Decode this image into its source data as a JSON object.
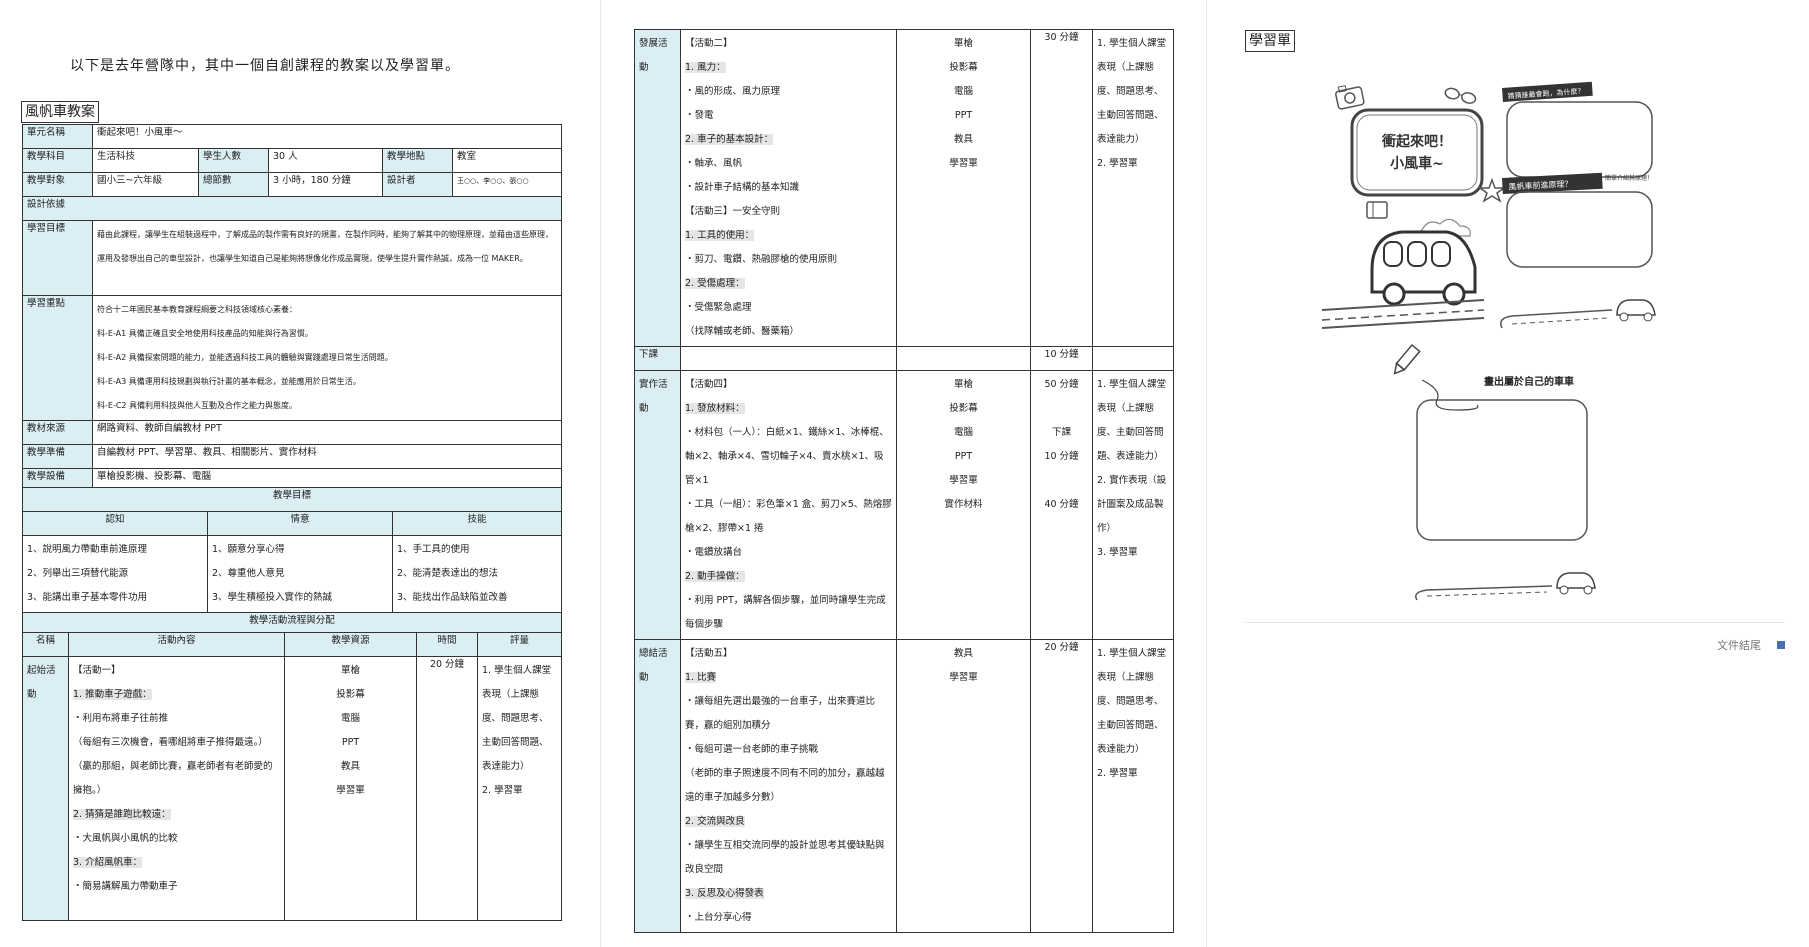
{
  "intro": "以下是去年營隊中，其中一個自創課程的教案以及學習單。",
  "lesson_title": "風帆車教案",
  "info": {
    "unit_label": "單元名稱",
    "unit_value": "衝起來吧！小風車～",
    "subject_label": "教學科目",
    "subject_value": "生活科技",
    "students_label": "學生人數",
    "students_value": "30 人",
    "place_label": "教學地點",
    "place_value": "教室",
    "target_label": "教學對象",
    "target_value": "國小三~六年級",
    "periods_label": "總節數",
    "periods_value": "3 小時，180 分鐘",
    "designer_label": "設計者",
    "designer_value": "王○○、李○○、張○○",
    "basis_label": "設計依據",
    "goal_label": "學習目標",
    "goal_text": "藉由此課程，讓學生在組裝過程中，了解成品的製作需有良好的規畫，在製作同時，能夠了解其中的物理原理，並藉由這些原理，運用及發想出自己的車型設計，也讓學生知道自己是能夠將想像化作成品實現，使學生提升實作熱誠，成為一位 MAKER。",
    "focus_label": "學習重點",
    "focus_lines": [
      "符合十二年國民基本教育課程綱要之科技領域核心素養：",
      "科-E-A1 具備正確且安全地使用科技產品的知能與行為習慣。",
      "科-E-A2 具備探索問題的能力，並能透過科技工具的體驗與實踐處理日常生活問題。",
      "科-E-A3 具備運用科技規劃與執行計畫的基本概念，並能應用於日常生活。",
      "科-E-C2 具備利用科技與他人互動及合作之能力與態度。"
    ],
    "source_label": "教材來源",
    "source_value": "網路資料、教師自編教材 PPT",
    "prep_label": "教學準備",
    "prep_value": "自編教材 PPT、學習單、教具、相關影片、實作材料",
    "equip_label": "教學設備",
    "equip_value": "單槍投影機、投影幕、電腦"
  },
  "objectives": {
    "title": "教學目標",
    "heads": [
      "認知",
      "情意",
      "技能"
    ],
    "cognitive": [
      "1、說明風力帶動車前進原理",
      "2、列舉出三項替代能源",
      "3、能講出車子基本零件功用"
    ],
    "affective": [
      "1、願意分享心得",
      "2、尊重他人意見",
      "3、學生積極投入實作的熱誠"
    ],
    "skill": [
      "1、手工具的使用",
      "2、能清楚表達出的想法",
      "3、能找出作品缺陷並改善"
    ]
  },
  "flow": {
    "title": "教學活動流程與分配",
    "heads": [
      "名稱",
      "活動內容",
      "教學資源",
      "時間",
      "評量"
    ]
  },
  "rows": {
    "warmup": {
      "name": "起始活動",
      "lines": [
        {
          "t": "【活動一】",
          "h": false
        },
        {
          "t": "1. 推動車子遊戲：",
          "h": true
        },
        {
          "t": "・利用布將車子往前推",
          "h": false
        },
        {
          "t": "（每組有三次機會，看哪組將車子推得最遠。）",
          "h": false
        },
        {
          "t": "（贏的那組，與老師比賽，贏老師者有老師愛的擁抱。）",
          "h": false
        },
        {
          "t": "2. 猜猜是誰跑比較遠：",
          "h": true
        },
        {
          "t": "・大風帆與小風帆的比較",
          "h": false
        },
        {
          "t": "3. 介紹風帆車：",
          "h": true
        },
        {
          "t": "・簡易講解風力帶動車子",
          "h": false
        }
      ],
      "resources": [
        "單槍",
        "投影幕",
        "電腦",
        "PPT",
        "教具",
        "學習單"
      ],
      "time": "20 分鐘",
      "eval": [
        "1. 學生個人課堂表現（上課態度、問題思考、主動回答問題、表達能力）",
        "2. 學習單"
      ]
    },
    "develop": {
      "name": "發展活動",
      "lines": [
        {
          "t": "【活動二】",
          "h": false
        },
        {
          "t": "1. 風力：",
          "h": true
        },
        {
          "t": "・風的形成、風力原理",
          "h": false
        },
        {
          "t": "・發電",
          "h": false
        },
        {
          "t": "2. 車子的基本設計：",
          "h": true
        },
        {
          "t": "・軸承、風帆",
          "h": false
        },
        {
          "t": "・設計車子結構的基本知識",
          "h": false
        },
        {
          "t": "【活動三】一安全守則",
          "h": false
        },
        {
          "t": "1. 工具的使用：",
          "h": true
        },
        {
          "t": "・剪刀、電鑽、熱融膠槍的使用原則",
          "h": false
        },
        {
          "t": "2. 受傷處理：",
          "h": true
        },
        {
          "t": "・受傷緊急處理",
          "h": false
        },
        {
          "t": "（找隊輔或老師、醫藥箱）",
          "h": false
        }
      ],
      "resources": [
        "單槍",
        "投影幕",
        "電腦",
        "PPT",
        "教具",
        "學習單"
      ],
      "time": "30 分鐘",
      "eval": [
        "1. 學生個人課堂表現（上課態度、問題思考、主動回答問題、表達能力）",
        "2. 學習單"
      ]
    },
    "break": {
      "name": "下課",
      "time": "10 分鐘"
    },
    "practice": {
      "name": "實作活動",
      "lines": [
        {
          "t": "【活動四】",
          "h": false
        },
        {
          "t": "1. 發放材料：",
          "h": true
        },
        {
          "t": "・材料包（一人）：白紙×1、鐵絲×1、冰棒棍、軸×2、軸承×4、雪切輪子×4、賣水桃×1、吸管×1",
          "h": false
        },
        {
          "t": "・工具（一組）：彩色筆×1 盒、剪刀×5、熱熔膠槍×2、膠帶×1 捲",
          "h": false
        },
        {
          "t": "・電鑽放講台",
          "h": false
        },
        {
          "t": "2. 動手操做：",
          "h": true
        },
        {
          "t": "・利用 PPT，講解各個步驟，並同時讓學生完成每個步驟",
          "h": false
        }
      ],
      "resources": [
        "單槍",
        "投影幕",
        "電腦",
        "PPT",
        "學習單",
        "實作材料"
      ],
      "times": [
        "50 分鐘",
        "下課",
        "10 分鐘",
        "40 分鐘"
      ],
      "eval": [
        "1. 學生個人課堂表現（上課態度、主動回答問題、表達能力）",
        "2. 實作表現（設計圖案及成品製作）",
        "3. 學習單"
      ]
    },
    "summary": {
      "name": "總結活動",
      "lines": [
        {
          "t": "【活動五】",
          "h": false
        },
        {
          "t": "1. 比賽",
          "h": true
        },
        {
          "t": "・讓每組先選出最強的一台車子，出來賽道比賽，贏的組別加積分",
          "h": false
        },
        {
          "t": "・每組可選一台老師的車子挑戰",
          "h": false
        },
        {
          "t": "（老師的車子照速度不同有不同的加分，贏越越遠的車子加越多分數）",
          "h": false
        },
        {
          "t": "2. 交流與改良",
          "h": true
        },
        {
          "t": "・讓學生互相交流同學的設計並思考其優缺點與改良空間",
          "h": false
        },
        {
          "t": "3. 反思及心得發表",
          "h": true
        },
        {
          "t": "・上台分享心得",
          "h": false
        }
      ],
      "resources": [
        "教具",
        "學習單"
      ],
      "time": "20 分鐘",
      "eval": [
        "1. 學生個人課堂表現（上課態度、問題思考、主動回答問題、表達能力）",
        "2. 學習單"
      ]
    }
  },
  "worksheet": {
    "title": "學習單",
    "badge_title": "衝起來吧！\n小風車~",
    "q1": "猜猜誰最會跑，為什麼？",
    "q2": "風帆車前進原理？",
    "q2_note": "簡單介紹其原理！",
    "draw": "畫出屬於自己的車車"
  },
  "footer": "文件結尾",
  "colors": {
    "label_bg": "#daeef3",
    "highlight": "#e5e5e5",
    "footer_sq": "#4a6fb0"
  }
}
